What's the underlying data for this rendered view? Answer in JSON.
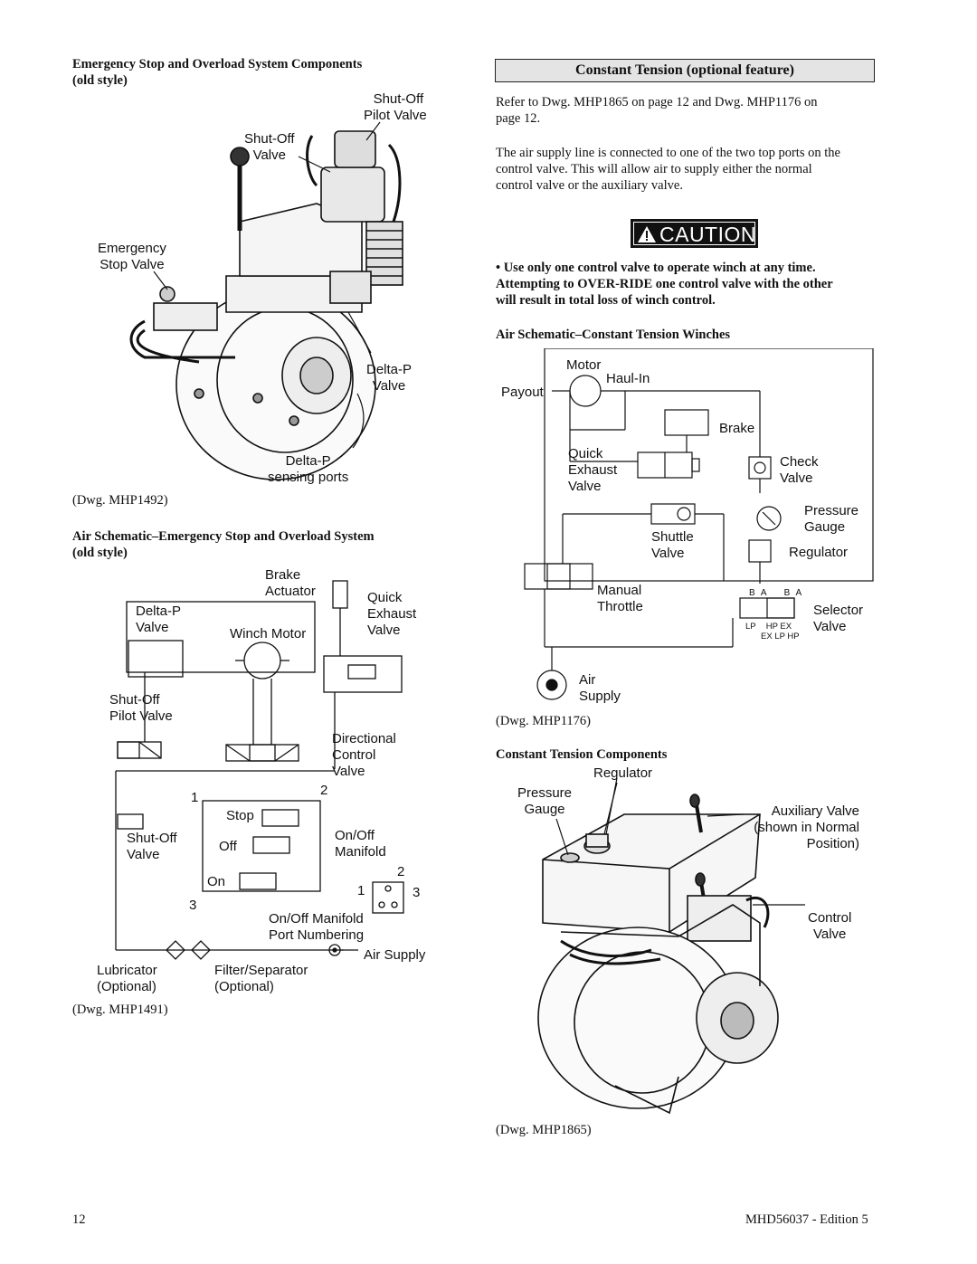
{
  "left": {
    "section1_heading_line1": "Emergency Stop and Overload System Components",
    "section1_heading_line2": "(old style)",
    "dwg1_labels": {
      "shutoff_pilot_1": "Shut-Off",
      "shutoff_pilot_2": "Pilot Valve",
      "shutoff_valve_1": "Shut-Off",
      "shutoff_valve_2": "Valve",
      "estop_1": "Emergency",
      "estop_2": "Stop Valve",
      "deltap_1": "Delta-P",
      "deltap_2": "Valve",
      "sensing_1": "Delta-P",
      "sensing_2": "sensing ports"
    },
    "dwg1_caption": "(Dwg. MHP1492)",
    "section2_heading_line1": "Air Schematic–Emergency Stop and Overload System",
    "section2_heading_line2": "(old style)",
    "dwg2_labels": {
      "brake_1": "Brake",
      "brake_2": "Actuator",
      "quick_1": "Quick",
      "quick_2": "Exhaust",
      "quick_3": "Valve",
      "deltap_1": "Delta-P",
      "deltap_2": "Valve",
      "winch_motor": "Winch Motor",
      "shutoff_pilot_1": "Shut-Off",
      "shutoff_pilot_2": "Pilot Valve",
      "directional_1": "Directional",
      "directional_2": "Control",
      "directional_3": "Valve",
      "port_2": "2",
      "port_1": "1",
      "stop": "Stop",
      "off": "Off",
      "on": "On",
      "onoff_1": "On/Off",
      "onoff_2": "Manifold",
      "shutoff_1": "Shut-Off",
      "shutoff_2": "Valve",
      "port_3": "3",
      "pn_2": "2",
      "pn_1": "1",
      "pn_3": "3",
      "port_numbering_1": "On/Off Manifold",
      "port_numbering_2": "Port Numbering",
      "air_supply": "Air Supply",
      "lubricator_1": "Lubricator",
      "lubricator_2": "(Optional)",
      "filter_1": "Filter/Separator",
      "filter_2": "(Optional)"
    },
    "dwg2_caption": "(Dwg. MHP1491)"
  },
  "right": {
    "boxed_heading": "Constant Tension (optional feature)",
    "para1_line1": "Refer to Dwg. MHP1865 on page 12 and Dwg. MHP1176 on",
    "para1_line2": "page 12.",
    "para2_line1": "The air supply line is connected to one of the two top ports on the",
    "para2_line2": "control valve. This will allow air to supply either the normal",
    "para2_line3": "control valve or the auxiliary valve.",
    "caution_label": "CAUTION",
    "warning_line1": "• Use only one control valve to operate winch at any time.",
    "warning_line2": "Attempting to OVER-RIDE one control valve with the other",
    "warning_line3": "will result in total loss of winch control.",
    "schematic_heading": "Air Schematic–Constant Tension Winches",
    "dwg3_labels": {
      "motor": "Motor",
      "haul_in": "Haul-In",
      "payout": "Payout",
      "brake": "Brake",
      "quick_1": "Quick",
      "quick_2": "Exhaust",
      "quick_3": "Valve",
      "check_1": "Check",
      "check_2": "Valve",
      "pressure_1": "Pressure",
      "pressure_2": "Gauge",
      "shuttle_1": "Shuttle",
      "shuttle_2": "Valve",
      "regulator": "Regulator",
      "manual_1": "Manual",
      "manual_2": "Throttle",
      "b1": "B",
      "a1": "A",
      "b2": "B",
      "a2": "A",
      "lp": "LP",
      "hp": "HP",
      "ex": "EX",
      "ex2": "EX",
      "lp2": "LP",
      "hp2": "HP",
      "selector_1": "Selector",
      "selector_2": "Valve",
      "air_1": "Air",
      "air_2": "Supply"
    },
    "dwg3_caption": "(Dwg. MHP1176)",
    "components_heading": "Constant Tension Components",
    "dwg4_labels": {
      "regulator": "Regulator",
      "pressure_1": "Pressure",
      "pressure_2": "Gauge",
      "aux_1": "Auxiliary Valve",
      "aux_2": "(shown in Normal",
      "aux_3": "Position)",
      "control_1": "Control",
      "control_2": "Valve"
    },
    "dwg4_caption": "(Dwg. MHP1865)"
  },
  "footer": {
    "page_number": "12",
    "doc_id": "MHD56037 - Edition 5"
  }
}
